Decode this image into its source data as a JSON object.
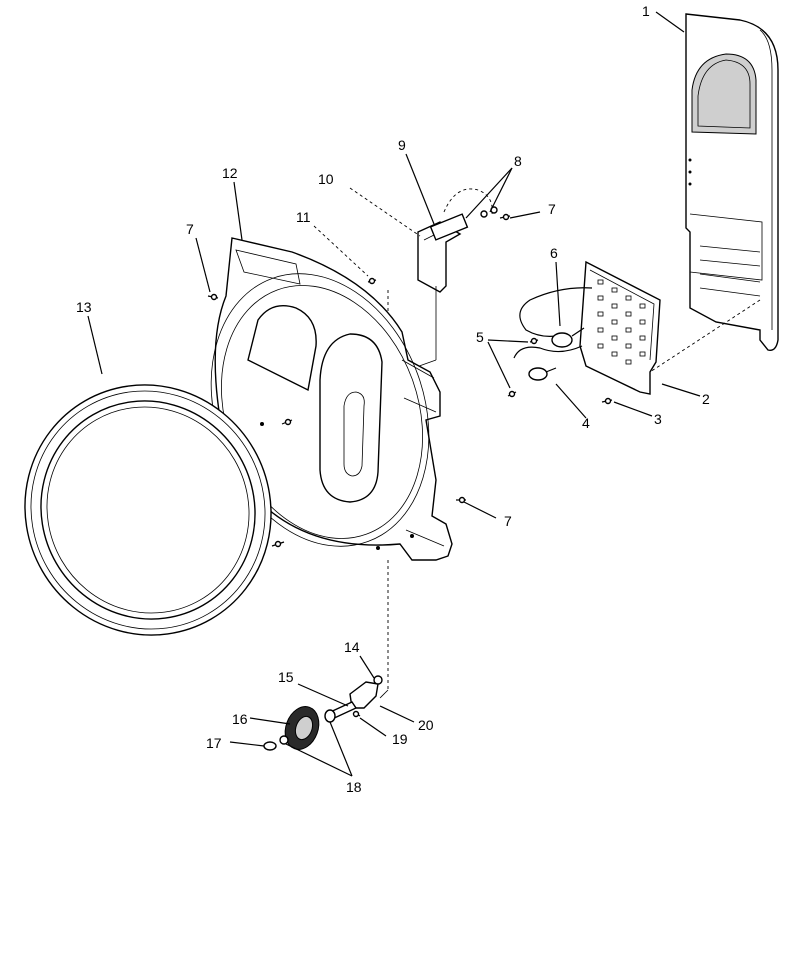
{
  "diagram": {
    "callouts": [
      {
        "id": "c1",
        "label": "1"
      },
      {
        "id": "c2",
        "label": "2"
      },
      {
        "id": "c3",
        "label": "3"
      },
      {
        "id": "c4",
        "label": "4"
      },
      {
        "id": "c5",
        "label": "5"
      },
      {
        "id": "c6",
        "label": "6"
      },
      {
        "id": "c7a",
        "label": "7"
      },
      {
        "id": "c7b",
        "label": "7"
      },
      {
        "id": "c7c",
        "label": "7"
      },
      {
        "id": "c8",
        "label": "8"
      },
      {
        "id": "c9",
        "label": "9"
      },
      {
        "id": "c10",
        "label": "10"
      },
      {
        "id": "c11",
        "label": "11"
      },
      {
        "id": "c12",
        "label": "12"
      },
      {
        "id": "c13",
        "label": "13"
      },
      {
        "id": "c14",
        "label": "14"
      },
      {
        "id": "c15",
        "label": "15"
      },
      {
        "id": "c16",
        "label": "16"
      },
      {
        "id": "c17",
        "label": "17"
      },
      {
        "id": "c18",
        "label": "18"
      },
      {
        "id": "c19",
        "label": "19"
      },
      {
        "id": "c20",
        "label": "20"
      }
    ]
  }
}
